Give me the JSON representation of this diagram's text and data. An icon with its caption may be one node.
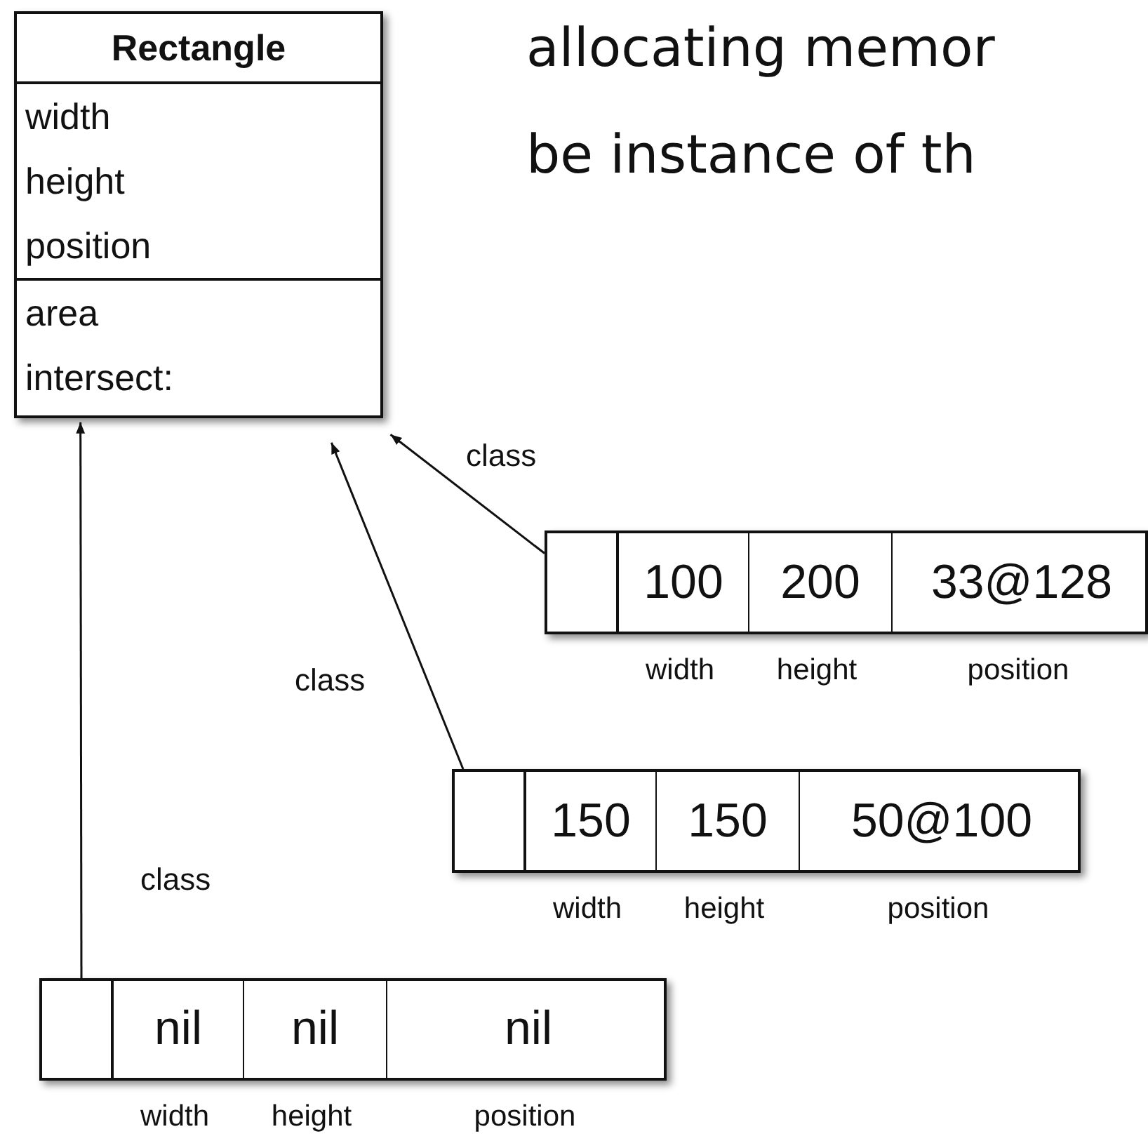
{
  "diagram": {
    "nodes": [
      {
        "text": [
          "Rectangle",
          "width",
          "height",
          "position",
          "area",
          "intersect:"
        ]
      },
      {
        "text": [],
        "shape": "box"
      },
      {
        "text": [],
        "shape": "box",
        "in": 1
      },
      {
        "text": [
          "100"
        ],
        "in": 1,
        "beside": [
          "width"
        ]
      },
      {
        "text": [
          "200"
        ],
        "in": 1,
        "beside": [
          "height"
        ]
      },
      {
        "text": [
          "33@128"
        ],
        "in": 1,
        "beside": [
          "position"
        ]
      },
      {
        "text": [],
        "shape": "box"
      },
      {
        "text": [],
        "shape": "box",
        "in": 6
      },
      {
        "text": [
          "150"
        ],
        "in": 6,
        "beside": [
          "width"
        ]
      },
      {
        "text": [
          "150"
        ],
        "in": 6,
        "beside": [
          "height"
        ]
      },
      {
        "text": [
          "50@100"
        ],
        "in": 6,
        "beside": [
          "position"
        ]
      },
      {
        "text": [],
        "shape": "box"
      },
      {
        "text": [],
        "shape": "box",
        "in": 11
      },
      {
        "text": [
          "nil"
        ],
        "in": 11,
        "beside": [
          "width"
        ]
      },
      {
        "text": [
          "nil"
        ],
        "in": 11,
        "beside": [
          "height"
        ]
      },
      {
        "text": [
          "nil"
        ],
        "in": 11,
        "beside": [
          "position"
        ]
      }
    ],
    "edges": [
      {
        "from": 2,
        "to": 0,
        "arrow": "to",
        "label": "class"
      },
      {
        "from": 7,
        "to": 0,
        "arrow": "to",
        "label": "class"
      },
      {
        "from": 12,
        "to": 0,
        "arrow": "to",
        "label": "class"
      }
    ],
    "labels": [
      "allocating memor",
      "be instance of th"
    ]
  }
}
